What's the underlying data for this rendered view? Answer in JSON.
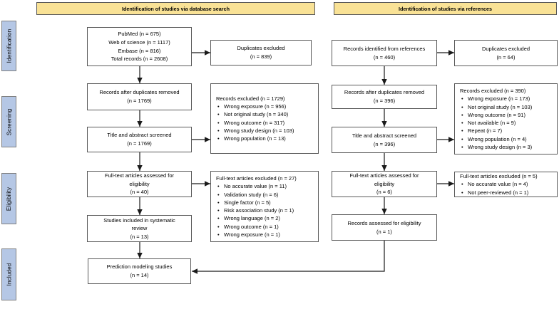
{
  "colors": {
    "banner_fill": "#F9E296",
    "banner_border": "#595959",
    "stage_fill": "#B5C7E5",
    "stage_border": "#7f7f7f",
    "box_border": "#595959",
    "arrow": "#1a1a1a",
    "background": "#ffffff",
    "text": "#000000"
  },
  "banners": {
    "database": "Identification of studies via database search",
    "references": "Identification of studies via references"
  },
  "stages": [
    "Identification",
    "Screening",
    "Eligibility",
    "Included"
  ],
  "database_flow": {
    "sources": "PubMed (n = 675)\nWeb of science (n = 1117)\nEmbase (n = 816)\nTotal records (n = 2608)",
    "duplicates_excluded": "Duplicates excluded\n(n = 839)",
    "after_duplicates": "Records after duplicates removed\n(n = 1769)",
    "records_excluded": {
      "title": "Records excluded (n = 1729)",
      "items": [
        "Wrong exposure (n = 956)",
        "Not original study (n = 340)",
        "Wrong outcome (n = 317)",
        "Wrong study design (n = 103)",
        "Wrong population (n = 13)"
      ]
    },
    "title_abstract": "Title and abstract screened\n(n = 1769)",
    "fulltext_assessed": "Full-text articles assessed for\neligibility\n(n = 40)",
    "fulltext_excluded": {
      "title": "Full-text articles excluded (n = 27)",
      "items": [
        "No accurate value (n = 11)",
        "Validation study (n = 6)",
        "Single factor (n = 5)",
        "Risk association study (n = 1)",
        "Wrong language (n = 2)",
        "Wrong outcome (n = 1)",
        "Wrong exposure (n = 1)"
      ]
    },
    "systematic_review": "Studies included in systematic\nreview\n(n = 13)",
    "prediction_modeling": "Prediction modeling studies\n(n = 14)"
  },
  "references_flow": {
    "records_identified": "Records identified from references\n(n = 460)",
    "duplicates_excluded": "Duplicates excluded\n(n = 64)",
    "after_duplicates": "Records after duplicates removed\n(n = 396)",
    "records_excluded": {
      "title": "Records excluded (n = 390)",
      "items": [
        "Wrong exposure (n = 173)",
        "Not original study (n = 103)",
        "Wrong outcome (n = 91)",
        "Not available (n = 9)",
        "Repeat (n = 7)",
        "Wrong population (n = 4)",
        "Wrong study design (n = 3)"
      ]
    },
    "title_abstract": "Title and abstract screened\n(n = 396)",
    "fulltext_assessed": "Full-text articles assessed for\neligibility\n(n = 6)",
    "fulltext_excluded": {
      "title": "Full-text articles excluded (n = 5)",
      "items": [
        "No accurate value (n = 4)",
        "Not peer-reviewed (n = 1)"
      ]
    },
    "records_assessed": "Records assessed for eligibility\n(n = 1)"
  }
}
